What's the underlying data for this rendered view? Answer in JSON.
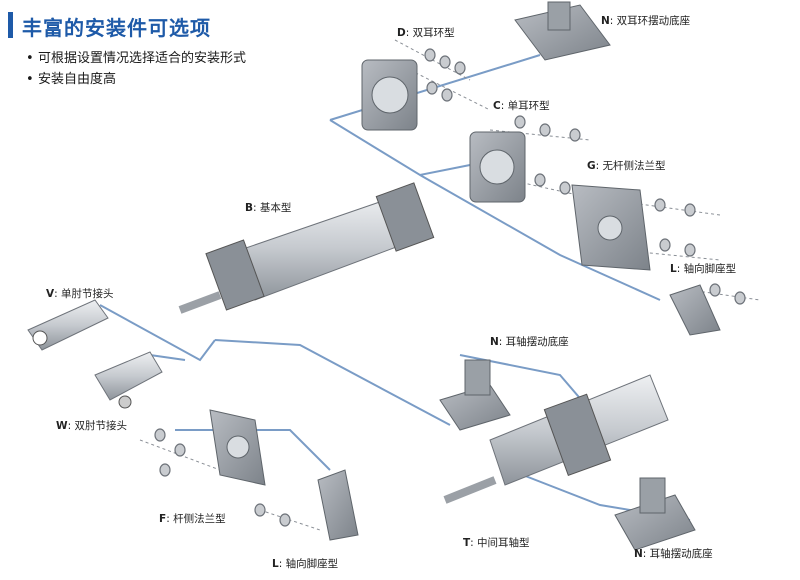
{
  "heading": {
    "title": "丰富的安装件可选项",
    "bullets": [
      "可根据设置情况选择适合的安装形式",
      "安装自由度高"
    ]
  },
  "labels": {
    "D": {
      "code": "D",
      "text": ": 双耳环型"
    },
    "N_top": {
      "code": "N",
      "text": ": 双耳环摆动底座"
    },
    "C": {
      "code": "C",
      "text": ": 单耳环型"
    },
    "G": {
      "code": "G",
      "text": ": 无杆侧法兰型"
    },
    "L_right": {
      "code": "L",
      "text": ": 轴向脚座型"
    },
    "B": {
      "code": "B",
      "text": ": 基本型"
    },
    "V": {
      "code": "V",
      "text": ": 单肘节接头"
    },
    "W": {
      "code": "W",
      "text": ": 双肘节接头"
    },
    "F": {
      "code": "F",
      "text": ": 杆侧法兰型"
    },
    "L_bottom": {
      "code": "L",
      "text": ": 轴向脚座型"
    },
    "N_mid": {
      "code": "N",
      "text": ": 耳轴摆动底座"
    },
    "T": {
      "code": "T",
      "text": ": 中间耳轴型"
    },
    "N_bottom": {
      "code": "N",
      "text": ": 耳轴摆动底座"
    }
  },
  "colors": {
    "accent": "#1e5aa8",
    "line": "#7a9cc6",
    "metal": "#a9adb3",
    "metal_dark": "#6e737a"
  }
}
